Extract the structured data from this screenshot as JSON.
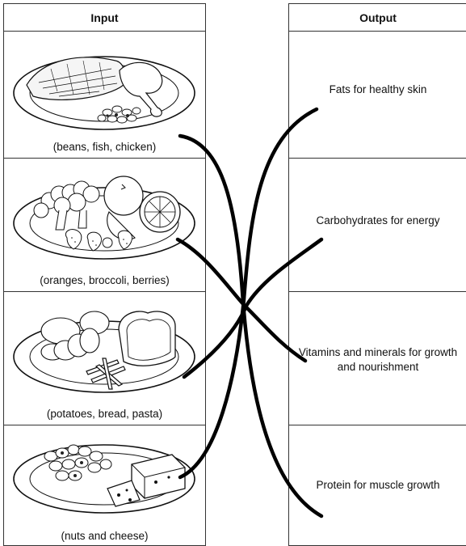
{
  "input_header": "Input",
  "output_header": "Output",
  "inputs": [
    {
      "caption": "(beans, fish, chicken)"
    },
    {
      "caption": "(oranges, broccoli, berries)"
    },
    {
      "caption": "(potatoes, bread, pasta)"
    },
    {
      "caption": "(nuts and cheese)"
    }
  ],
  "outputs": [
    {
      "label": "Fats for healthy skin"
    },
    {
      "label": "Carbohydrates for energy"
    },
    {
      "label": "Vitamins and minerals for growth and nourishment"
    },
    {
      "label": "Protein for muscle growth"
    }
  ]
}
